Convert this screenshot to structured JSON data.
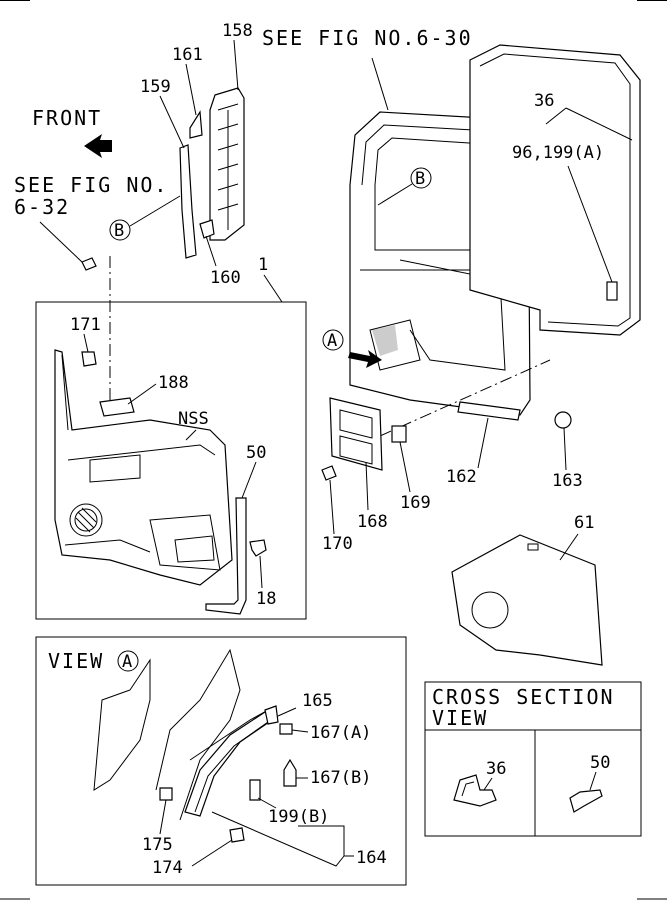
{
  "references": {
    "see_fig_top": "SEE FIG NO.6-30",
    "see_fig_left_1": "SEE FIG NO.",
    "see_fig_left_2": "6-32",
    "front": "FRONT"
  },
  "callouts": {
    "p158": "158",
    "p161": "161",
    "p159": "159",
    "p160": "160",
    "p1": "1",
    "p36": "36",
    "p96_199a": "96,199(A)",
    "p171": "171",
    "p188": "188",
    "nss": "NSS",
    "p50": "50",
    "p18": "18",
    "p162": "162",
    "p163": "163",
    "p169": "169",
    "p168": "168",
    "p170": "170",
    "p61": "61",
    "p165": "165",
    "p167a": "167(A)",
    "p167b": "167(B)",
    "p199b": "199(B)",
    "p175": "175",
    "p174": "174",
    "p164": "164",
    "cs36": "36",
    "cs50": "50"
  },
  "markers": {
    "a": "A",
    "b": "B"
  },
  "view_a": {
    "title": "VIEW"
  },
  "cross_section": {
    "title_1": "CROSS SECTION",
    "title_2": "VIEW"
  }
}
